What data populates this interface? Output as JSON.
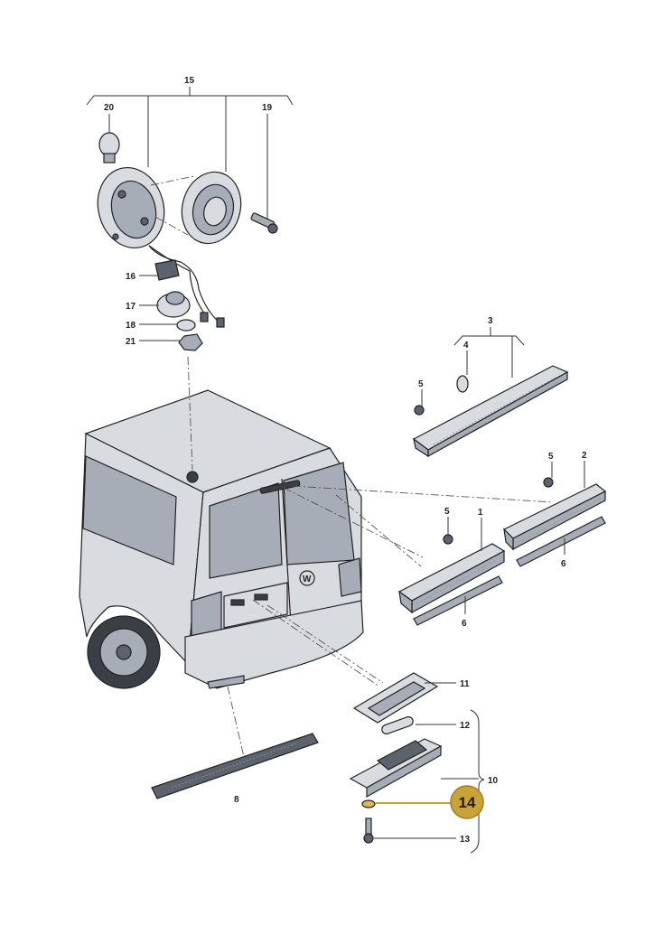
{
  "labels": {
    "p1": "1",
    "p2": "2",
    "p3": "3",
    "p4": "4",
    "p5a": "5",
    "p5b": "5",
    "p5c": "5",
    "p6a": "6",
    "p6b": "6",
    "p8": "8",
    "p10": "10",
    "p11": "11",
    "p12": "12",
    "p13": "13",
    "p15": "15",
    "p16": "16",
    "p17": "17",
    "p18": "18",
    "p19": "19",
    "p20": "20",
    "p21": "21"
  },
  "highlight": {
    "label": "14",
    "color": "#c9a23a"
  },
  "colors": {
    "line": "#333333",
    "part": "#a7adb6"
  }
}
